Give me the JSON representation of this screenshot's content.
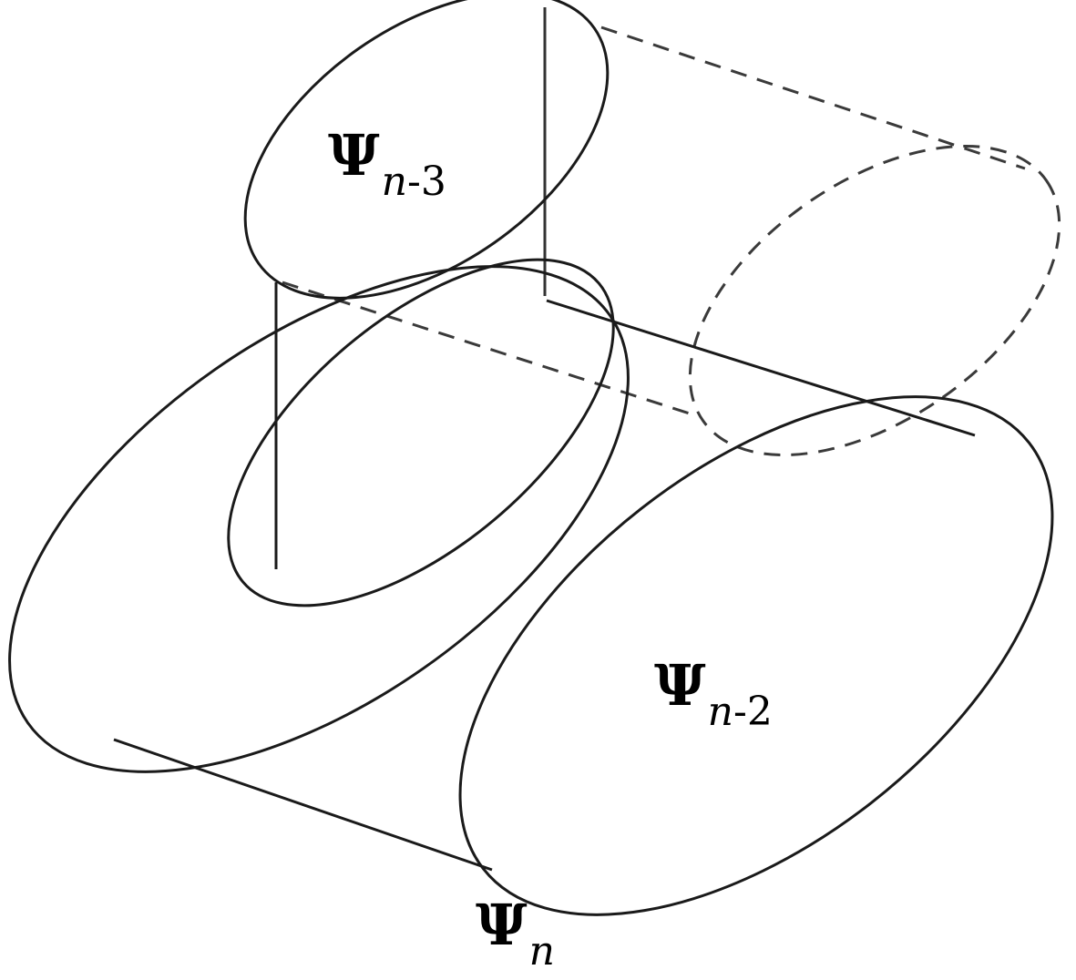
{
  "labels": {
    "psi_n_minus_3": {
      "symbol": "Ψ",
      "sub_var": "n",
      "sub_rest": "-3"
    },
    "psi_n_minus_2": {
      "symbol": "Ψ",
      "sub_var": "n",
      "sub_rest": "-2"
    },
    "psi_n": {
      "symbol": "Ψ",
      "sub_var": "n",
      "sub_rest": ""
    }
  },
  "colors": {
    "stroke": "#1a1a1a",
    "dashed": "#3a3a3a",
    "vertical": "#333333",
    "background": "#ffffff"
  }
}
